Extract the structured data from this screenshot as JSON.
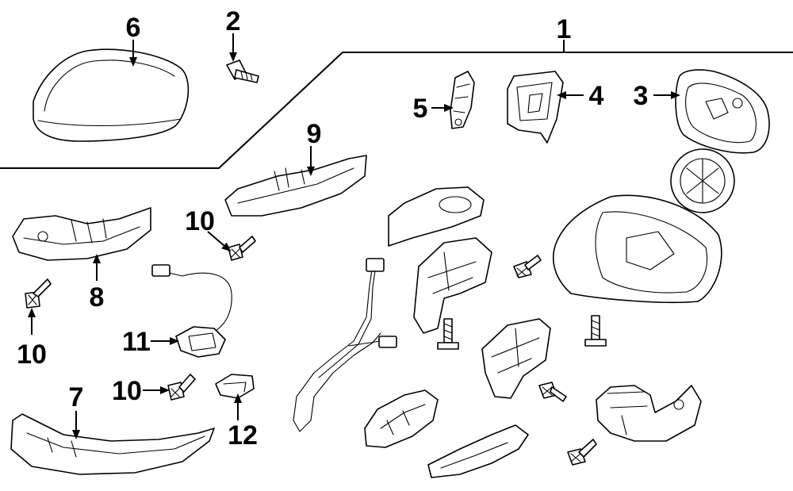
{
  "callouts": [
    {
      "id": "1",
      "text": "1"
    },
    {
      "id": "2",
      "text": "2"
    },
    {
      "id": "3",
      "text": "3"
    },
    {
      "id": "4",
      "text": "4"
    },
    {
      "id": "5",
      "text": "5"
    },
    {
      "id": "6",
      "text": "6"
    },
    {
      "id": "7",
      "text": "7"
    },
    {
      "id": "8",
      "text": "8"
    },
    {
      "id": "9",
      "text": "9"
    },
    {
      "id": "10a",
      "text": "10"
    },
    {
      "id": "10b",
      "text": "10"
    },
    {
      "id": "10c",
      "text": "10"
    },
    {
      "id": "11",
      "text": "11"
    },
    {
      "id": "12",
      "text": "12"
    }
  ]
}
